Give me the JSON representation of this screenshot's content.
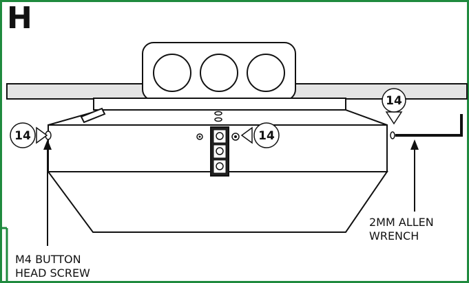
{
  "step": {
    "letter": "H"
  },
  "callouts": {
    "ref_number": "14",
    "wrench_label": "2MM ALLEN\nWRENCH",
    "screw_label": "M4 BUTTON\nHEAD SCREW"
  },
  "colors": {
    "frame": "#1f8a3e",
    "line": "#111111",
    "ceiling_fill": "#e4e4e4"
  }
}
